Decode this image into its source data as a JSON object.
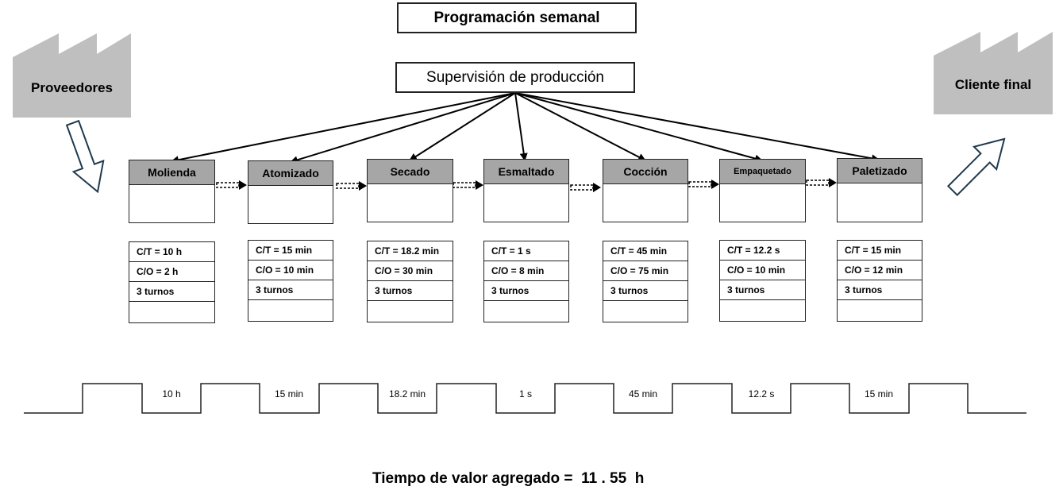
{
  "top": {
    "schedule_label": "Programación semanal",
    "supervision_label": "Supervisión de producción"
  },
  "supplier": {
    "label": "Proveedores",
    "icon": "factory-icon"
  },
  "customer": {
    "label": "Cliente final",
    "icon": "factory-icon"
  },
  "processes": [
    {
      "name": "Molienda",
      "ct": "C/T  = 10 h",
      "co": "C/O = 2 h",
      "shifts": "3 turnos"
    },
    {
      "name": "Atomizado",
      "ct": "C/T = 15 min",
      "co": "C/O =  10 min",
      "shifts": "3 turnos"
    },
    {
      "name": "Secado",
      "ct": "C/T = 18.2 min",
      "co": "C/O = 30 min",
      "shifts": "3 turnos"
    },
    {
      "name": "Esmaltado",
      "ct": "C/T  = 1 s",
      "co": "C/O = 8 min",
      "shifts": "3 turnos"
    },
    {
      "name": "Cocción",
      "ct": "C/T  = 45 min",
      "co": "C/O = 75 min",
      "shifts": "3 turnos"
    },
    {
      "name": "Empaquetado",
      "ct": "C/T  = 12.2 s",
      "co": "C/O = 10 min",
      "shifts": "3 turnos"
    },
    {
      "name": "Paletizado",
      "ct": "C/T  = 15 min",
      "co": "C/O = 12 min",
      "shifts": "3 turnos"
    }
  ],
  "timeline": [
    "10 h",
    "15 min",
    "18.2 min",
    "1 s",
    "45 min",
    "12.2 s",
    "15 min"
  ],
  "value_added": "Tiempo de valor agregado =  11 . 55  h",
  "colors": {
    "process_header": "#a6a6a6",
    "factory": "#bfbfbf",
    "line": "#222222",
    "arrow_outline": "#1f3a4d"
  }
}
